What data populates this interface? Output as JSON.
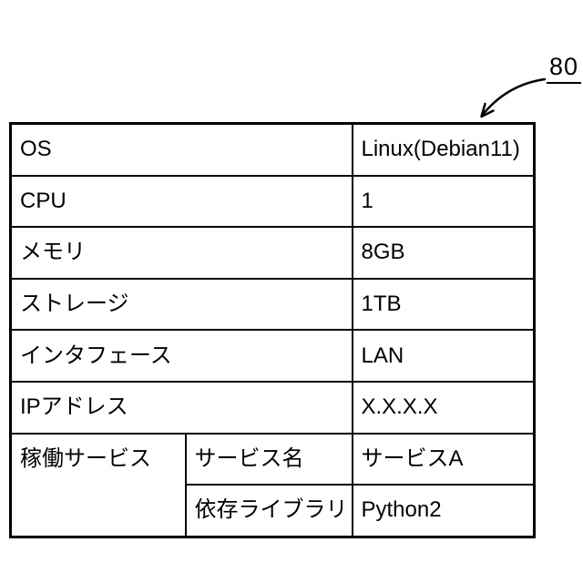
{
  "page": {
    "background": "#ffffff",
    "line_color": "#000000",
    "text_color": "#000000"
  },
  "annotation": {
    "ref_label": "80"
  },
  "spec_table": {
    "rows": [
      {
        "label": "OS",
        "value": "Linux(Debian11)"
      },
      {
        "label": "CPU",
        "value": "1"
      },
      {
        "label": "メモリ",
        "value": "8GB"
      },
      {
        "label": "ストレージ",
        "value": "1TB"
      },
      {
        "label": "インタフェース",
        "value": "LAN"
      },
      {
        "label": "IPアドレス",
        "value": "X.X.X.X"
      }
    ],
    "service_group": {
      "label": "稼働サービス",
      "entries": [
        {
          "key": "サービス名",
          "value": "サービスA"
        },
        {
          "key": "依存ライブラリ",
          "value": "Python2"
        }
      ]
    }
  }
}
